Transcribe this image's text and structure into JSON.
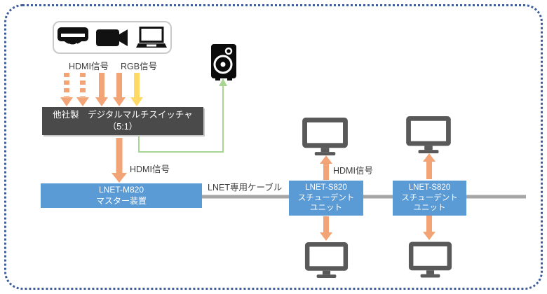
{
  "frame": {
    "border_color": "#3E5C9A"
  },
  "sources": {
    "hdmi_label": "HDMI信号",
    "rgb_label": "RGB信号",
    "icons": [
      "dvd-player-icon",
      "video-camera-icon",
      "laptop-icon"
    ]
  },
  "switcher": {
    "name_line1": "他社製　デジタルマルチスイッチャ",
    "name_line2": "（5:1）",
    "bg": "#4A4A4A"
  },
  "speaker": {
    "icon": "speaker-icon"
  },
  "hdmi_out_label": "HDMI信号",
  "master": {
    "model": "LNET-M820",
    "role": "マスター装置",
    "bg": "#5B9BD5"
  },
  "cable": {
    "label": "LNET専用ケーブル",
    "color": "#A6A6A6"
  },
  "students": [
    {
      "model": "LNET-S820",
      "role_line1": "スチューデント",
      "role_line2": "ユニット"
    },
    {
      "model": "LNET-S820",
      "role_line1": "スチューデント",
      "role_line2": "ユニット"
    }
  ],
  "hdmi_student_label": "HDMI信号",
  "colors": {
    "orange_arrow": "#F2A477",
    "yellow_arrow": "#FFD966",
    "green_line": "#A8D494",
    "blue_box": "#5B9BD5",
    "gray_cable": "#A6A6A6",
    "dark_box": "#4A4A4A",
    "monitor_gray": "#595959"
  }
}
